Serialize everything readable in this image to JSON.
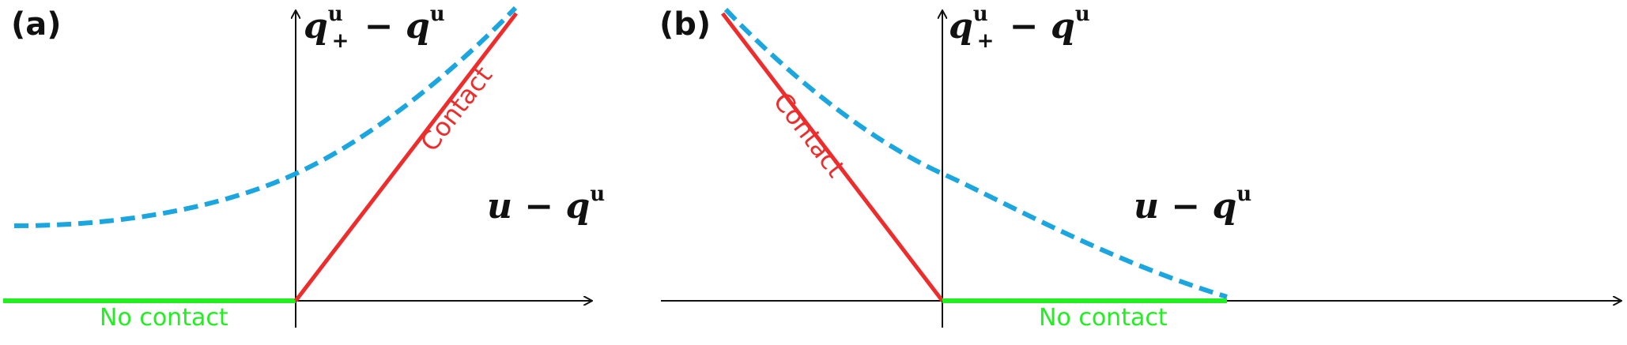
{
  "colors": {
    "axis": "#111111",
    "contact": "#ee2c2c",
    "no_contact": "#22ee22",
    "dashed_curve": "#1ba6e0"
  },
  "panel_a": {
    "label": "(a)",
    "y_axis": {
      "var": "q",
      "sub": "+",
      "sup": "u",
      "op": " − ",
      "var2": "q",
      "sup2": "u"
    },
    "x_axis": {
      "var": "u",
      "op": " − ",
      "var2": "q",
      "sup2": "u"
    },
    "contact_label": "Contact",
    "no_contact_label": "No contact"
  },
  "panel_b": {
    "label": "(b)",
    "y_axis": {
      "var": "q",
      "sub": "+",
      "sup": "u",
      "op": " − ",
      "var2": "q",
      "sup2": "u"
    },
    "x_axis": {
      "var": "u",
      "op": " − ",
      "var2": "q",
      "sup2": "u"
    },
    "contact_label": "Contact",
    "no_contact_label": "No contact"
  }
}
